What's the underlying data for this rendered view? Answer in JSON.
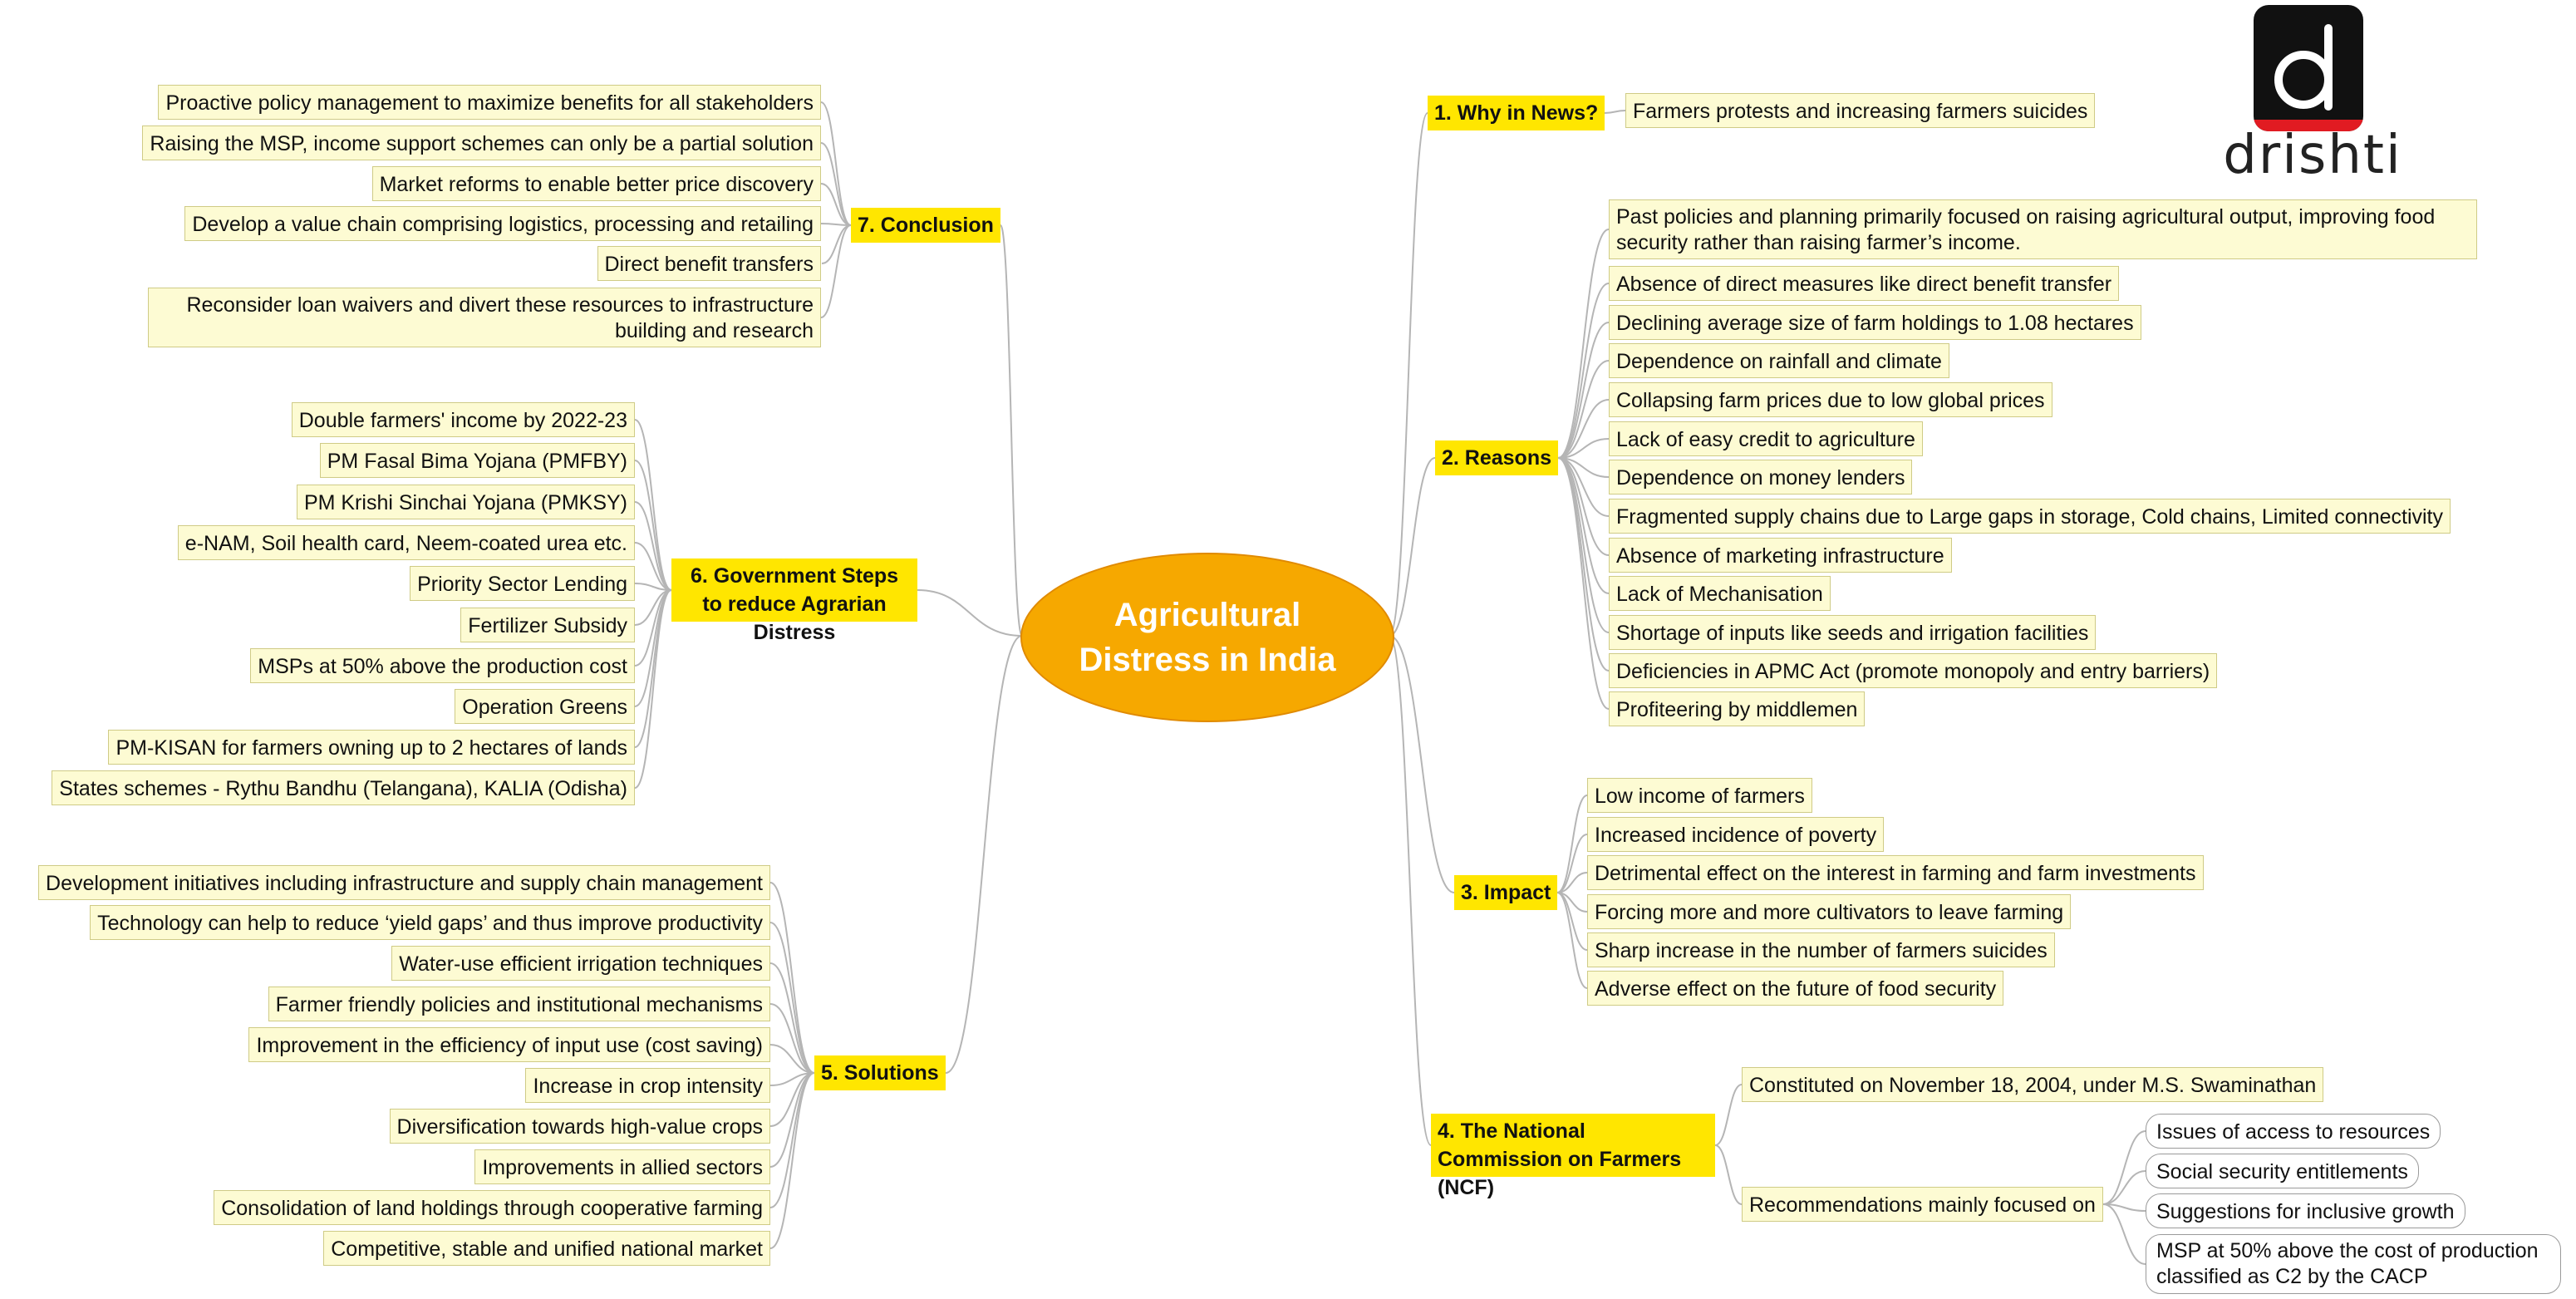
{
  "center": {
    "title": "Agricultural Distress in India"
  },
  "logo": {
    "word": "drishti",
    "glyph": "d"
  },
  "branches": {
    "why": {
      "title": "1. Why in News?",
      "items": [
        "Farmers protests and increasing farmers suicides"
      ]
    },
    "reasons": {
      "title": "2. Reasons",
      "items": [
        "Past policies and planning primarily focused on raising agricultural output, improving food security rather than raising farmer’s income.",
        "Absence of direct measures like direct benefit transfer",
        "Declining average size of farm holdings to 1.08 hectares",
        "Dependence on rainfall and climate",
        "Collapsing farm prices due to low global prices",
        "Lack of easy credit to agriculture",
        "Dependence on money lenders",
        "Fragmented supply chains due to Large gaps in storage, Cold chains, Limited connectivity",
        "Absence of marketing infrastructure",
        "Lack of Mechanisation",
        "Shortage of inputs like seeds and irrigation facilities",
        "Deficiencies in APMC Act (promote monopoly and entry barriers)",
        "Profiteering by middlemen"
      ]
    },
    "impact": {
      "title": "3. Impact",
      "items": [
        "Low income of farmers",
        "Increased incidence of poverty",
        "Detrimental effect on the interest in farming and farm investments",
        "Forcing more and more cultivators to leave farming",
        "Sharp increase in the number of farmers suicides",
        "Adverse effect on the future of food security"
      ]
    },
    "ncf": {
      "title": "4. The National Commission on Farmers (NCF)",
      "constituted": "Constituted on November 18, 2004, under M.S. Swaminathan",
      "recommendations": "Recommendations mainly focused on",
      "sub_items": [
        "Issues of access to resources",
        "Social security entitlements",
        "Suggestions for inclusive growth",
        "MSP at 50% above the cost of production classified as C2 by the CACP"
      ]
    },
    "solutions": {
      "title": "5. Solutions",
      "items": [
        "Development initiatives including infrastructure and supply chain management",
        "Technology can help to reduce ‘yield gaps’ and thus improve productivity",
        "Water-use efficient irrigation techniques",
        "Farmer friendly policies and institutional mechanisms",
        "Improvement in the efficiency of input use (cost saving)",
        "Increase in crop intensity",
        "Diversification towards high-value crops",
        "Improvements in allied sectors",
        "Consolidation of land holdings through cooperative farming",
        "Competitive, stable and unified national market"
      ]
    },
    "govt": {
      "title": "6. Government Steps to reduce Agrarian Distress",
      "items": [
        "Double farmers' income by 2022-23",
        "PM Fasal Bima Yojana (PMFBY)",
        "PM Krishi Sinchai Yojana (PMKSY)",
        "e-NAM, Soil health card, Neem-coated urea etc.",
        "Priority Sector Lending",
        "Fertilizer Subsidy",
        "MSPs at 50% above the production cost",
        "Operation Greens",
        "PM-KISAN for farmers owning up to 2 hectares of lands",
        "States schemes - Rythu Bandhu (Telangana), KALIA (Odisha)"
      ]
    },
    "conclusion": {
      "title": "7. Conclusion",
      "items": [
        "Proactive policy management to maximize benefits for all stakeholders",
        "Raising the MSP, income support schemes can only be a partial solution",
        "Market reforms to enable better price discovery",
        "Develop a value chain comprising logistics, processing and retailing",
        "Direct benefit transfers",
        "Reconsider loan waivers and divert these resources to infrastructure building and research"
      ]
    }
  },
  "colors": {
    "center_fill": "#f6a800",
    "branch_fill": "#ffe600",
    "leaf_fill": "#fdfbd3",
    "connector": "#b5b5b5"
  }
}
